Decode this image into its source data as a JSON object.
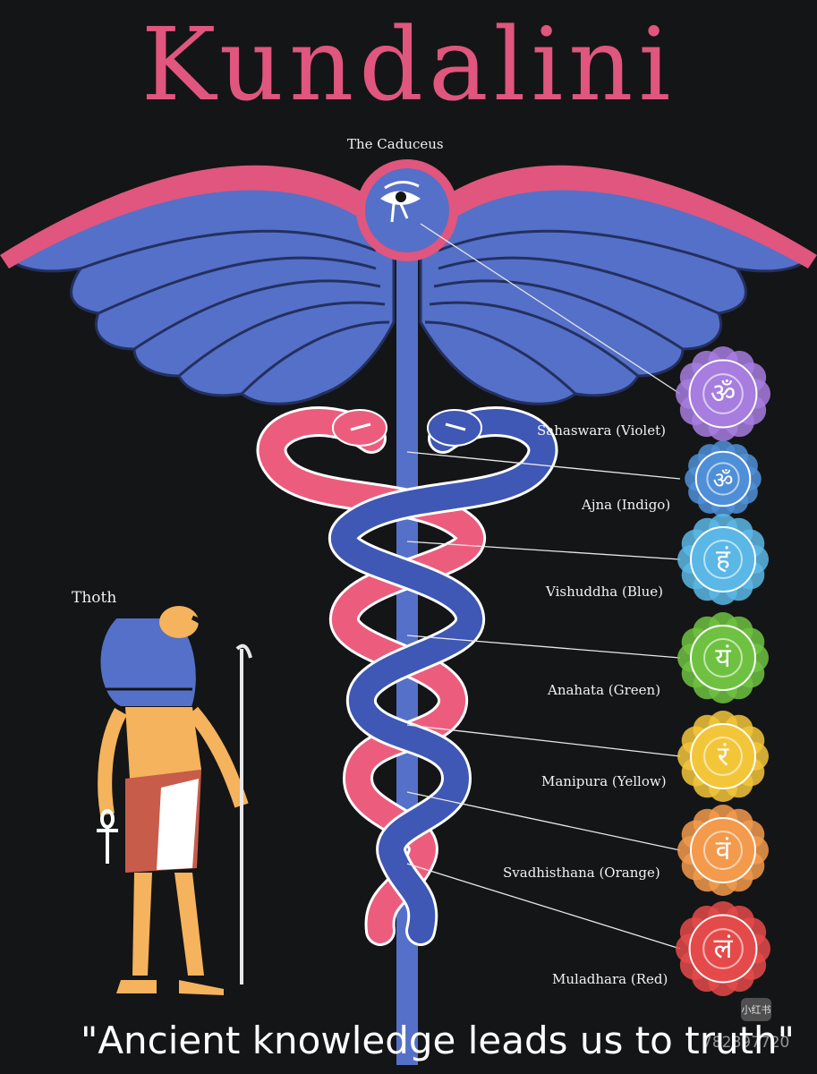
{
  "title": "Kundalini",
  "caduceus_label": "The Caduceus",
  "thoth_label": "Thoth",
  "chakras": [
    {
      "label": "Sahaswara (Violet)",
      "color": "#a77de0",
      "symbol": "ॐ"
    },
    {
      "label": "Ajna (Indigo)",
      "color": "#4f8fd8",
      "symbol": "ॐ"
    },
    {
      "label": "Vishuddha (Blue)",
      "color": "#5ab7e6",
      "symbol": "हं"
    },
    {
      "label": "Anahata (Green)",
      "color": "#6fc241",
      "symbol": "यं"
    },
    {
      "label": "Manipura (Yellow)",
      "color": "#f3c63a",
      "symbol": "रं"
    },
    {
      "label": "Svadhisthana (Orange)",
      "color": "#f39a4c",
      "symbol": "वं"
    },
    {
      "label": "Muladhara (Red)",
      "color": "#e54a4a",
      "symbol": "लं"
    }
  ],
  "quote": "\"Ancient knowledge leads us to truth\"",
  "watermark": {
    "logo": "小红书",
    "id": "782897720"
  },
  "colors": {
    "background": "#141516",
    "pink": "#e0567e",
    "blue": "#5570c8",
    "dark_blue": "#3a4f9e"
  }
}
